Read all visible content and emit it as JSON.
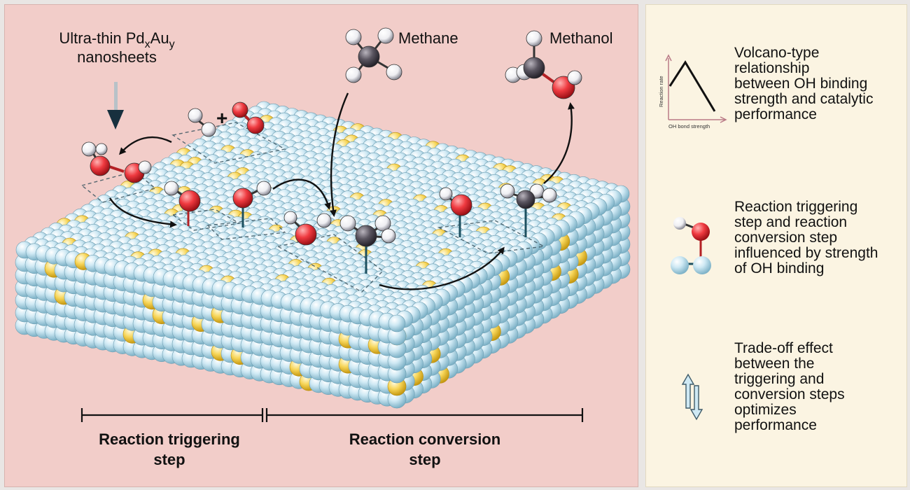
{
  "figure": {
    "nanosheet_label": {
      "line1_prefix": "Ultra-thin Pd",
      "sub_x": "x",
      "mid": "Au",
      "sub_y": "y",
      "line2": "nanosheets"
    },
    "methane_label": "Methane",
    "methanol_label": "Methanol",
    "plus_sign": "+",
    "steps": {
      "triggering": {
        "line1": "Reaction triggering",
        "line2": "step"
      },
      "conversion": {
        "line1": "Reaction conversion",
        "line2": "step"
      }
    }
  },
  "legend": {
    "volcano": {
      "ylabel": "Reaction rate",
      "xlabel": "OH bond strength",
      "lines": [
        "Volcano-type",
        "relationship",
        "between OH binding",
        "strength and catalytic",
        "performance"
      ]
    },
    "binding": {
      "lines": [
        "Reaction triggering",
        "step and reaction",
        "conversion step",
        "influenced by strength",
        "of OH binding"
      ]
    },
    "tradeoff": {
      "lines": [
        "Trade-off effect",
        "between the",
        "triggering and",
        "conversion steps",
        "optimizes",
        "performance"
      ]
    }
  },
  "colors": {
    "left_panel_bg": "#f2cdc9",
    "right_panel_bg": "#fbf4e2",
    "pd_atom": "#bfe0ee",
    "au_atom": "#f7d65a",
    "oxygen": "#e63946",
    "hydrogen": "#f4f4f7",
    "carbon": "#55505a",
    "arrow": "#111111"
  }
}
